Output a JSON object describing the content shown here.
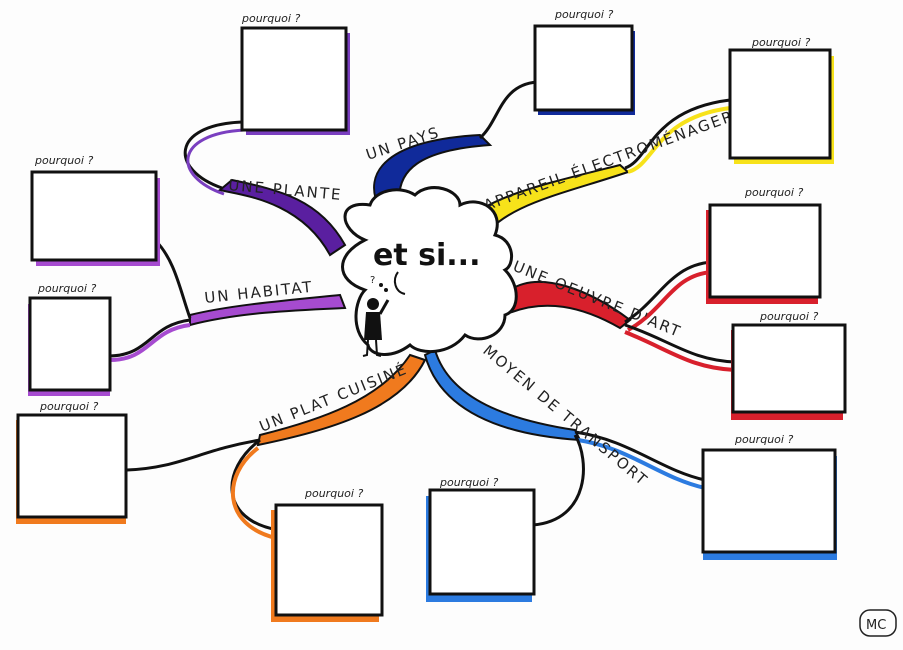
{
  "center": {
    "title": "et si..."
  },
  "branches": [
    {
      "label": "UNE PLANTE",
      "color": "#5a1fa0"
    },
    {
      "label": "UN PAYS",
      "color": "#102a9a"
    },
    {
      "label": "UN APPAREIL ÉLECTROMÉNAGER",
      "color": "#f7e21a"
    },
    {
      "label": "UN HABITAT",
      "color": "#a64bd0"
    },
    {
      "label": "UNE OEUVRE D'ART",
      "color": "#d8202c"
    },
    {
      "label": "MOYEN DE TRANSPORT",
      "color": "#2c7be0"
    },
    {
      "label": "UN PLAT CUISINÉ",
      "color": "#f07a1e"
    }
  ],
  "box_caption": "pourquoi ?",
  "signature": "MC"
}
